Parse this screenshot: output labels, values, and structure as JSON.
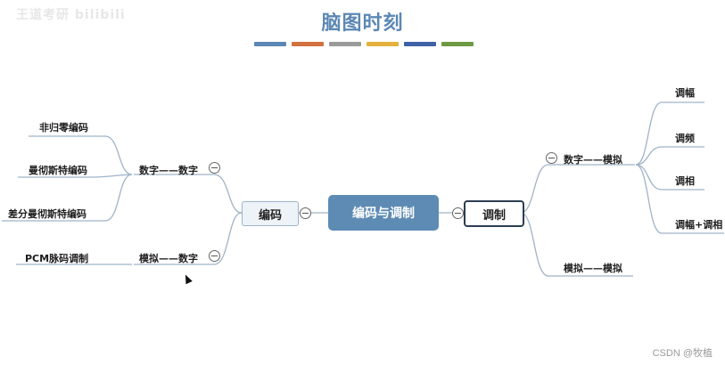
{
  "watermark_top_left": "王道考研 bilibili",
  "watermark_bottom_right": "CSDN @牧植",
  "title": "脑图时刻",
  "title_swatches": [
    "#5b87b5",
    "#d2713f",
    "#9a9a9a",
    "#e5b13c",
    "#3f61a6",
    "#6e9a43"
  ],
  "central": "编码与调制",
  "left_branch": {
    "label": "编码",
    "digital": {
      "label": "数字——数字",
      "children": [
        "非归零编码",
        "曼彻斯特编码",
        "差分曼彻斯特编码"
      ]
    },
    "analog": {
      "label": "模拟——数字",
      "children": [
        "PCM脉码调制"
      ]
    }
  },
  "right_branch": {
    "label": "调制",
    "digital": {
      "label": "数字——模拟",
      "children": [
        "调幅",
        "调频",
        "调相",
        "调幅+调相"
      ]
    },
    "analog": {
      "label": "模拟——模拟"
    }
  }
}
